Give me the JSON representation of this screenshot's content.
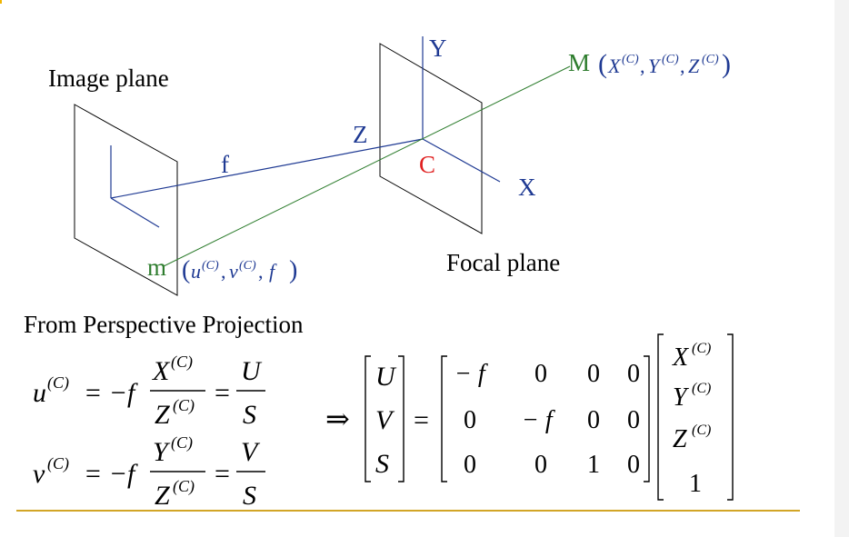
{
  "labels": {
    "image_plane": "Image plane",
    "focal_plane": "Focal plane",
    "f": "f",
    "Z": "Z",
    "C": "C",
    "X": "X",
    "Y": "Y",
    "m": "m",
    "M": "M",
    "u": "u",
    "v": "v",
    "X_coord": "X",
    "Y_coord": "Y",
    "Z_coord": "Z",
    "sup_C": "(C)",
    "comma": ",",
    "open_paren": "(",
    "close_paren": ")"
  },
  "section_title": "From Perspective Projection",
  "equations": {
    "line1": {
      "lhs": "u",
      "sup": "(C)",
      "eq_minus_f": "= −f",
      "num": "X",
      "den": "Z",
      "eq": "=",
      "num2": "U",
      "den2": "S"
    },
    "line2": {
      "lhs": "v",
      "sup": "(C)",
      "eq_minus_f": "= −f",
      "num": "Y",
      "den": "Z",
      "eq": "=",
      "num2": "V",
      "den2": "S"
    }
  },
  "matrix": {
    "implies": "⇒",
    "equals": "=",
    "lhs_vector": [
      "U",
      "V",
      "S"
    ],
    "projection_rows": [
      [
        "− f",
        "0",
        "0",
        "0"
      ],
      [
        "0",
        "− f",
        "0",
        "0"
      ],
      [
        "0",
        "0",
        "1",
        "0"
      ]
    ],
    "rhs_vector": [
      "X",
      "Y",
      "Z",
      "1"
    ],
    "rhs_sup": "(C)"
  },
  "colors": {
    "blue": "#1f3a93",
    "green": "#2e7d2e",
    "red": "#e02020",
    "black": "#000000",
    "gold": "#d2a526"
  }
}
